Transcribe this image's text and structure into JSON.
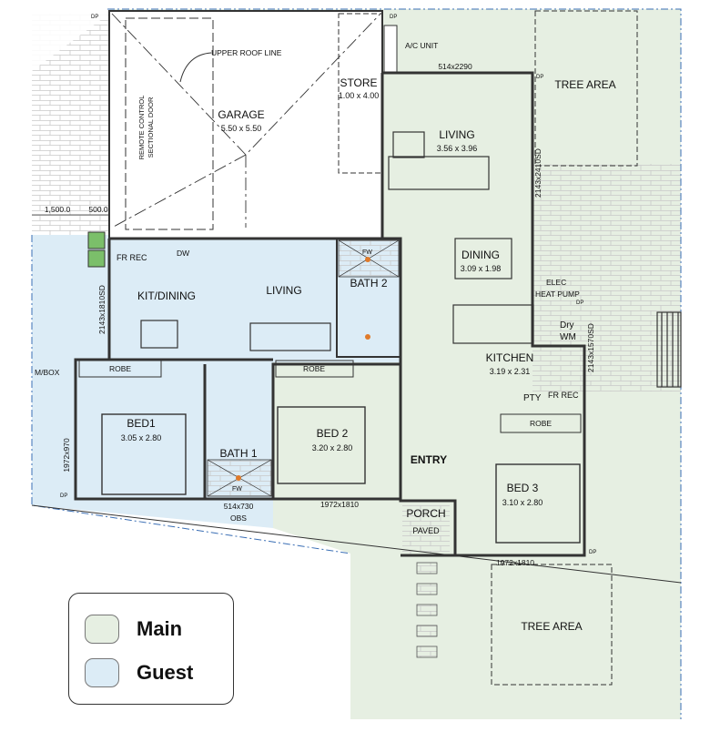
{
  "colors": {
    "main_fill": "#e6efe2",
    "guest_fill": "#dcecf6",
    "wall": "#333333",
    "accent_orange": "#e07a2a",
    "dimension_blue": "#3b6fb5"
  },
  "rooms": {
    "garage": {
      "name": "GARAGE",
      "size": "5.50 x 5.50"
    },
    "store": {
      "name": "STORE",
      "size": "1.00 x 4.00"
    },
    "living_main": {
      "name": "LIVING",
      "size": "3.56 x 3.96"
    },
    "dining": {
      "name": "DINING",
      "size": "3.09 x 1.98"
    },
    "kitchen": {
      "name": "KITCHEN",
      "size": "3.19 x 2.31"
    },
    "kit_dining": {
      "name": "KIT/DINING"
    },
    "living_guest": {
      "name": "LIVING"
    },
    "bath2": {
      "name": "BATH 2"
    },
    "bath1": {
      "name": "BATH 1"
    },
    "bed1": {
      "name": "BED1",
      "size": "3.05 x 2.80"
    },
    "bed2": {
      "name": "BED 2",
      "size": "3.20 x 2.80"
    },
    "bed3": {
      "name": "BED 3",
      "size": "3.10 x 2.80"
    },
    "entry": {
      "name": "ENTRY"
    },
    "porch": {
      "name": "PORCH",
      "note": "PAVED"
    }
  },
  "labels": {
    "ac_unit": "A/C UNIT",
    "upper_roof_line": "UPPER ROOF LINE",
    "garage_door": [
      "REMOTE CONTROL",
      "SECTIONAL DOOR"
    ],
    "tree_area_top": "TREE AREA",
    "tree_area_bottom": "TREE AREA",
    "elec": "ELEC",
    "heat_pump": "HEAT PUMP",
    "dry": "Dry",
    "wm": "WM",
    "pty": "PTY",
    "fr_rec": "FR REC",
    "fr_rec_guest": "FR REC",
    "dw": "DW",
    "robe_bed1": "ROBE",
    "robe_bed2": "ROBE",
    "robe_bed3": "ROBE",
    "mbox": "M/BOX",
    "obs": "OBS",
    "fw": "FW",
    "dp": "DP"
  },
  "dimensions": {
    "window_living_top": "514x2290",
    "living_side_window": "2143x2410SD",
    "kitdining_side_window": "2143x1810SD",
    "kitchen_side_window": "2143x1570SD",
    "bed1_side_window": "1972x970",
    "bath1_window": "514x730",
    "bed2_window": "1972x1810",
    "bed3_window": "1972x1810",
    "setback_a": "1,500.0",
    "setback_b": "500.0"
  },
  "legend": {
    "items": [
      {
        "label": "Main",
        "color": "#e6efe2"
      },
      {
        "label": "Guest",
        "color": "#dcecf6"
      }
    ]
  }
}
